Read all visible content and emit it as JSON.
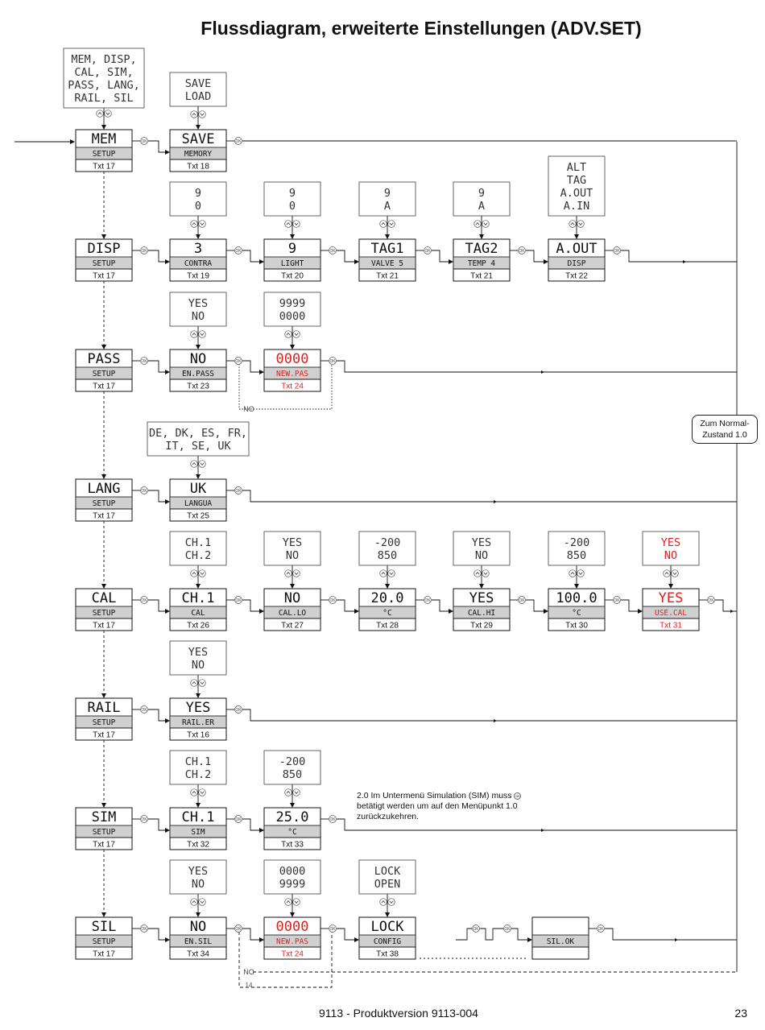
{
  "title": "Flussdiagram, erweiterte Einstellungen (ADV.SET)",
  "footer": {
    "product": "9113 - Produktversion 9113-004",
    "page": "23"
  },
  "note": {
    "line1_before": "2.0 Im Untermenü Simulation (SIM) muss",
    "line2": "betätigt werden um auf den Menüpunkt 1.0",
    "line3": "zurückzukehren."
  },
  "ok_label": "OK",
  "zum_normal": {
    "line1": "Zum Normal-",
    "line2": "Zustand 1.0"
  },
  "colors": {
    "line": "#111111",
    "gray": "#d0d0d0",
    "red": "#e02020"
  },
  "left_column": [
    {
      "id": "mem",
      "main": "MEM",
      "sub": "SETUP",
      "txt": "Txt 17"
    },
    {
      "id": "disp",
      "main": "DISP",
      "sub": "SETUP",
      "txt": "Txt 17"
    },
    {
      "id": "pass",
      "main": "PASS",
      "sub": "SETUP",
      "txt": "Txt 17"
    },
    {
      "id": "lang",
      "main": "LANG",
      "sub": "SETUP",
      "txt": "Txt 17"
    },
    {
      "id": "cal",
      "main": "CAL",
      "sub": "SETUP",
      "txt": "Txt 17"
    },
    {
      "id": "rail",
      "main": "RAIL",
      "sub": "SETUP",
      "txt": "Txt 17"
    },
    {
      "id": "sim",
      "main": "SIM",
      "sub": "SETUP",
      "txt": "Txt 17"
    },
    {
      "id": "sil",
      "main": "SIL",
      "sub": "SETUP",
      "txt": "Txt 17"
    }
  ],
  "menu_options": [
    "MEM, DISP,",
    "CAL, SIM,",
    "PASS, LANG,",
    "RAIL, SIL"
  ],
  "rows": [
    {
      "id": "mem",
      "boxes": [
        {
          "main": "SAVE",
          "sub": "MEMORY",
          "txt": "Txt 18",
          "opts": [
            "SAVE",
            "LOAD"
          ]
        }
      ]
    },
    {
      "id": "disp",
      "boxes": [
        {
          "main": "3",
          "sub": "CONTRA",
          "txt": "Txt 19",
          "opts": [
            "9",
            "0"
          ]
        },
        {
          "main": "9",
          "sub": "LIGHT",
          "txt": "Txt 20",
          "opts": [
            "9",
            "0"
          ]
        },
        {
          "main": "TAG1",
          "sub": "VALVE 5",
          "txt": "Txt 21",
          "opts": [
            "9",
            "A"
          ]
        },
        {
          "main": "TAG2",
          "sub": "TEMP 4",
          "txt": "Txt 21",
          "opts": [
            "9",
            "A"
          ]
        },
        {
          "main": "A.OUT",
          "sub": "DISP",
          "txt": "Txt 22",
          "opts": [
            "ALT",
            "TAG",
            "A.OUT",
            "A.IN"
          ]
        }
      ]
    },
    {
      "id": "pass",
      "boxes": [
        {
          "main": "NO",
          "sub": "EN.PASS",
          "txt": "Txt 23",
          "opts": [
            "YES",
            "NO"
          ]
        },
        {
          "main": "0000",
          "sub": "NEW.PAS",
          "txt": "Txt 24",
          "opts": [
            "9999",
            "0000"
          ],
          "red": true
        }
      ]
    },
    {
      "id": "lang",
      "boxes": [
        {
          "main": "UK",
          "sub": "LANGUA",
          "txt": "Txt 25",
          "opts": [
            "DE, DK, ES, FR,",
            "IT, SE, UK"
          ]
        }
      ]
    },
    {
      "id": "cal",
      "boxes": [
        {
          "main": "CH.1",
          "sub": "CAL",
          "txt": "Txt 26",
          "opts": [
            "CH.1",
            "CH.2"
          ]
        },
        {
          "main": "NO",
          "sub": "CAL.LO",
          "txt": "Txt 27",
          "opts": [
            "YES",
            "NO"
          ]
        },
        {
          "main": "20.0",
          "sub": "°C",
          "txt": "Txt 28",
          "opts": [
            "-200",
            "850"
          ]
        },
        {
          "main": "YES",
          "sub": "CAL.HI",
          "txt": "Txt 29",
          "opts": [
            "YES",
            "NO"
          ]
        },
        {
          "main": "100.0",
          "sub": "°C",
          "txt": "Txt 30",
          "opts": [
            "-200",
            "850"
          ]
        },
        {
          "main": "YES",
          "sub": "USE.CAL",
          "txt": "Txt 31",
          "opts": [
            "YES",
            "NO"
          ],
          "red": true
        }
      ]
    },
    {
      "id": "rail",
      "boxes": [
        {
          "main": "YES",
          "sub": "RAIL.ER",
          "txt": "Txt 16",
          "opts": [
            "YES",
            "NO"
          ]
        }
      ]
    },
    {
      "id": "sim",
      "boxes": [
        {
          "main": "CH.1",
          "sub": "SIM",
          "txt": "Txt 32",
          "opts": [
            "CH.1",
            "CH.2"
          ]
        },
        {
          "main": "25.0",
          "sub": "°C",
          "txt": "Txt 33",
          "opts": [
            "-200",
            "850"
          ]
        }
      ]
    },
    {
      "id": "sil",
      "boxes": [
        {
          "main": "NO",
          "sub": "EN.SIL",
          "txt": "Txt 34",
          "opts": [
            "YES",
            "NO"
          ]
        },
        {
          "main": "0000",
          "sub": "NEW.PAS",
          "txt": "Txt 24",
          "opts": [
            "0000",
            "9999"
          ],
          "red": true
        },
        {
          "main": "LOCK",
          "sub": "CONFIG",
          "txt": "Txt 38",
          "opts": [
            "LOCK",
            "OPEN"
          ]
        },
        {
          "main": "",
          "sub": "SIL.OK",
          "txt": ""
        }
      ]
    }
  ],
  "branch_labels": {
    "pass_no": "NO",
    "sil_no": "NO",
    "sil_14": "14"
  }
}
